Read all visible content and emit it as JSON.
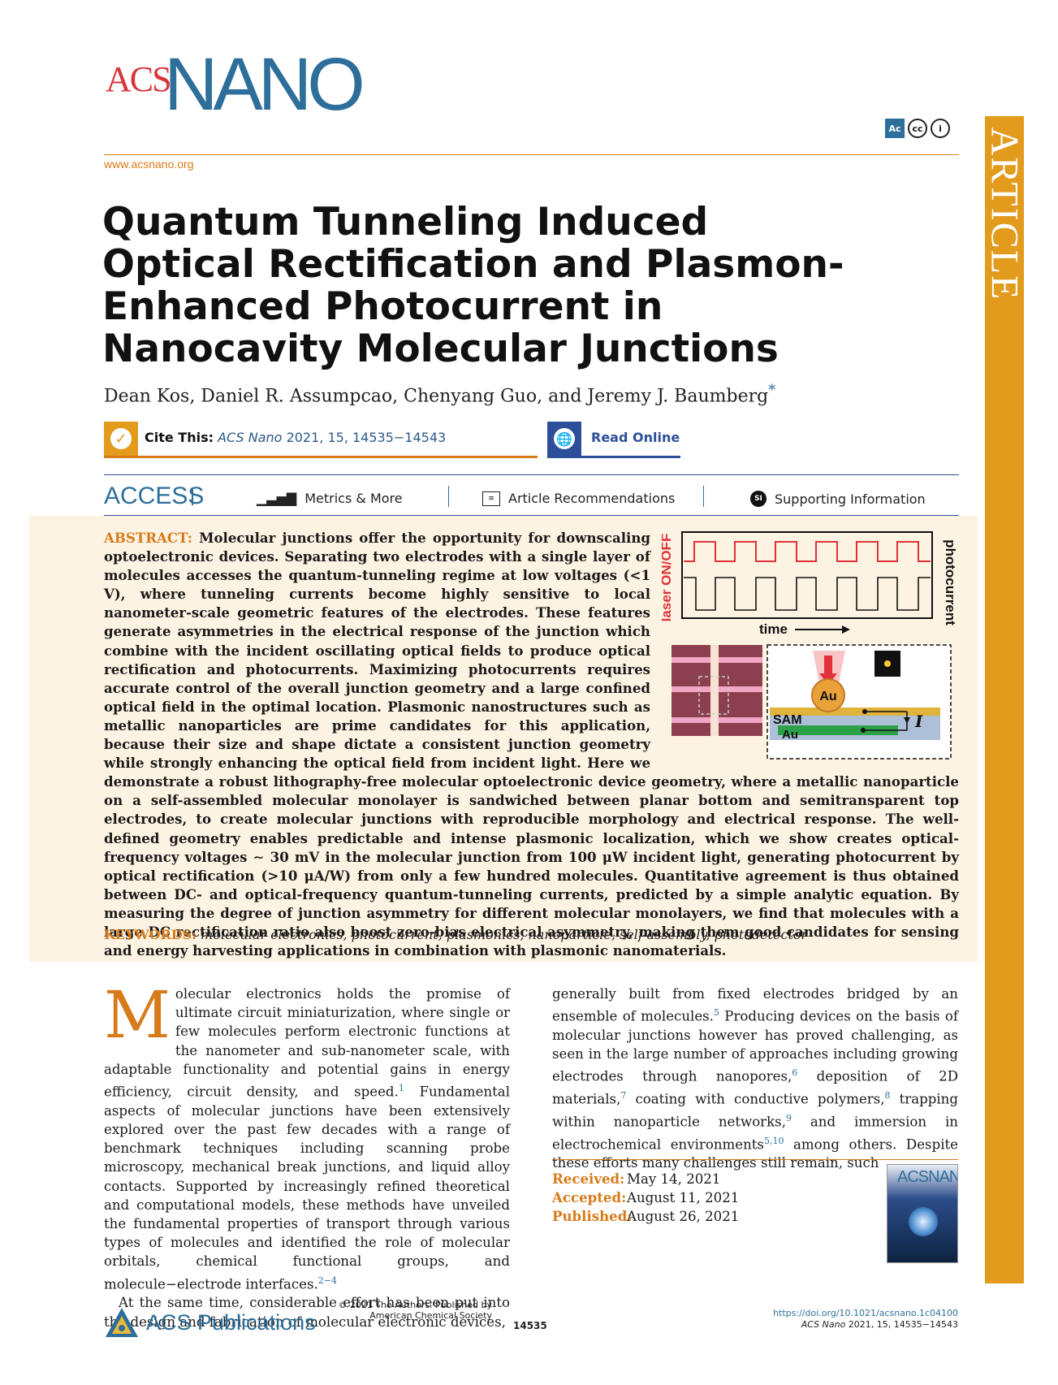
{
  "header": {
    "logo_acs": "ACS",
    "logo_nano": "NANO",
    "license_icons": [
      "ac-icon",
      "cc-icon",
      "by-icon"
    ],
    "license_labels": [
      "Ac",
      "cc",
      "i"
    ],
    "url": "www.acsnano.org",
    "side_label": "ARTICLE"
  },
  "article": {
    "title": "Quantum Tunneling Induced Optical Rectification and Plasmon-Enhanced Photocurrent in Nanocavity Molecular Junctions",
    "authors": "Dean Kos, Daniel R. Assumpcao, Chenyang Guo, and Jeremy J. Baumberg",
    "corresponding_mark": "*",
    "cite_label": "Cite This:",
    "cite_journal": "ACS Nano",
    "cite_rest": "2021, 15, 14535−14543",
    "read_online": "Read Online"
  },
  "access_bar": {
    "access": "ACCESS",
    "metrics": "Metrics & More",
    "recommendations": "Article Recommendations",
    "supporting": "Supporting Information",
    "si_badge": "SI"
  },
  "abstract": {
    "label": "ABSTRACT:",
    "text": "Molecular junctions offer the opportunity for downscaling optoelectronic devices. Separating two electrodes with a single layer of molecules accesses the quantum-tunneling regime at low voltages (<1 V), where tunneling currents become highly sensitive to local nanometer-scale geometric features of the electrodes. These features generate asymmetries in the electrical response of the junction which combine with the incident oscillating optical fields to produce optical rectification and photocurrents. Maximizing photocurrents requires accurate control of the overall junction geometry and a large confined optical field in the optimal location. Plasmonic nanostructures such as metallic nanoparticles are prime candidates for this application, because their size and shape dictate a consistent junction geometry while strongly enhancing the optical field from incident light. Here we demonstrate a robust lithography-free molecular optoelectronic device geometry, where a metallic nanoparticle on a self-assembled molecular monolayer is sandwiched between planar bottom and semitransparent top electrodes, to create molecular junctions with reproducible morphology and electrical response. The well-defined geometry enables predictable and intense plasmonic localization, which we show creates optical-frequency voltages ∼ 30 mV in the molecular junction from 100 μW incident light, generating photocurrent by optical rectification (>10 μA/W) from only a few hundred molecules. Quantitative agreement is thus obtained between DC- and optical-frequency quantum-tunneling currents, predicted by a simple analytic equation. By measuring the degree of junction asymmetry for different molecular monolayers, we find that molecules with a large DC rectification ratio also boost zero-bias electrical asymmetry, making them good candidates for sensing and energy harvesting applications in combination with plasmonic nanomaterials.",
    "keywords_label": "KEYWORDS:",
    "keywords": "molecular electronics, photocurrent, plasmonics, nanoparticle, self-assembly, photodetector"
  },
  "figure": {
    "laser_label": "laser ON/OFF",
    "photocurrent_label": "photocurrent",
    "time_label": "time",
    "au_top": "Au",
    "sam": "SAM",
    "au_bottom": "Au",
    "current": "I",
    "laser_color": "#e0303a",
    "layer_color": "#e2b33a",
    "electrode_color": "#2da04a"
  },
  "body": {
    "left_dropcap": "M",
    "left_p1": "olecular electronics holds the promise of ultimate circuit miniaturization, where single or few molecules perform electronic functions at the nanometer and sub-nanometer scale, with adaptable functionality and potential gains in energy efficiency, circuit density, and speed.",
    "ref1": "1",
    "left_p1b": " Fundamental aspects of molecular junctions have been extensively explored over the past few decades with a range of benchmark techniques including scanning probe microscopy, mechanical break junctions, and liquid alloy contacts. Supported by increasingly refined theoretical and computational models, these methods have unveiled the fundamental properties of transport through various types of molecules and identified the role of molecular orbitals, chemical functional groups, and molecule−electrode interfaces.",
    "ref2": "2−4",
    "left_p2": "At the same time, considerable effort has been put into the design and fabrication of molecular electronic devices,",
    "right_a": "generally built from fixed electrodes bridged by an ensemble of molecules.",
    "ref5": "5",
    "right_b": " Producing devices on the basis of molecular junctions however has proved challenging, as seen in the large number of approaches including growing electrodes through nanopores,",
    "ref6": "6",
    "right_c": " deposition of 2D materials,",
    "ref7": "7",
    "right_d": " coating with conductive polymers,",
    "ref8": "8",
    "right_e": " trapping within nanoparticle networks,",
    "ref9": "9",
    "right_f": " and immersion in electrochemical environments",
    "ref510": "5,10",
    "right_g": " among others. Despite these efforts many challenges still remain, such"
  },
  "dates": {
    "received_label": "Received:",
    "received": "May 14, 2021",
    "accepted_label": "Accepted:",
    "accepted": "August 11, 2021",
    "published_label": "Published:",
    "published": "August 26, 2021",
    "cover_logo": "ACSNANO"
  },
  "footer": {
    "publisher": "ACS Publications",
    "copyright_1": "© 2021 The Authors. Published by",
    "copyright_2": "American Chemical Society",
    "page": "14535",
    "doi": "https://doi.org/10.1021/acsnano.1c04100",
    "cite_journal": "ACS Nano",
    "cite_rest": "2021, 15, 14535−14543"
  }
}
